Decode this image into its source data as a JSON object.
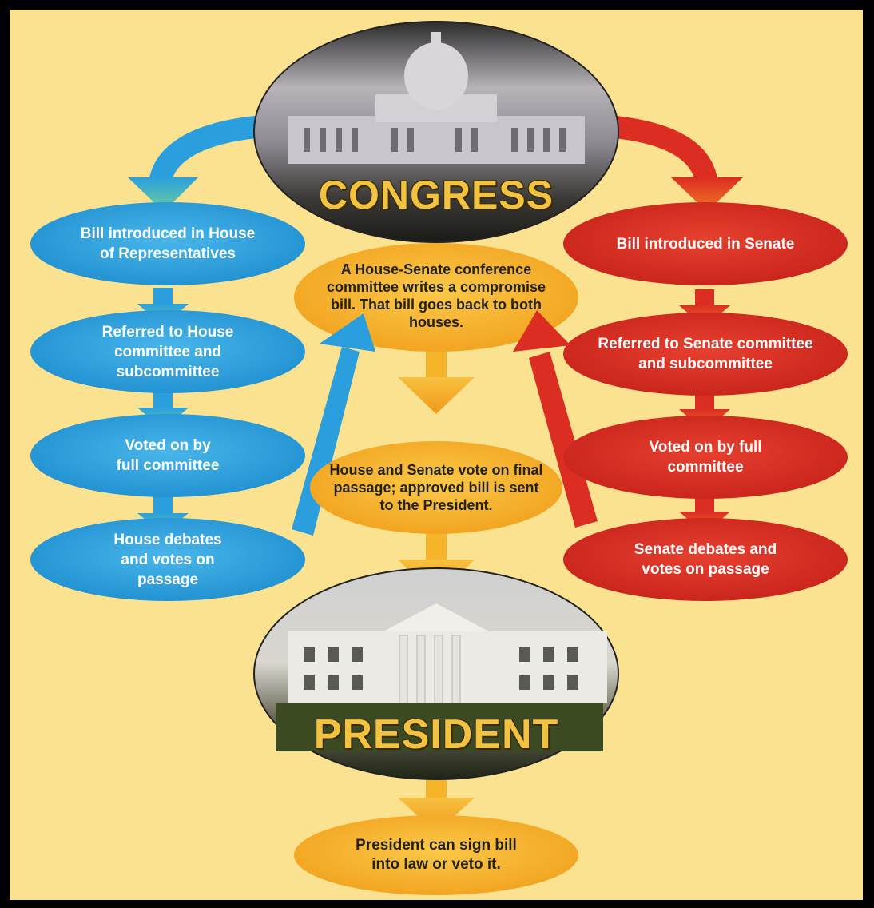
{
  "titles": {
    "congress": "CONGRESS",
    "president": "PRESIDENT"
  },
  "house_steps": [
    "Bill introduced in House of Representatives",
    "Referred to House committee and subcommittee",
    "Voted on by full committee",
    "House debates and votes on passage"
  ],
  "senate_steps": [
    "Bill introduced in Senate",
    "Referred to Senate committee and subcommittee",
    "Voted on by full committee",
    "Senate debates and votes on passage"
  ],
  "center_steps": {
    "conference": "A House-Senate conference committee writes a compromise bill. That bill goes back to both houses.",
    "final_vote": "House and Senate vote on final passage; approved bill is sent to the President.",
    "president_action": "President can sign bill into law or veto it."
  },
  "colors": {
    "background": "#fbe290",
    "house": "#2b9fdd",
    "senate": "#dc2d23",
    "center": "#f6b42a",
    "title_text": "#f2c340"
  }
}
